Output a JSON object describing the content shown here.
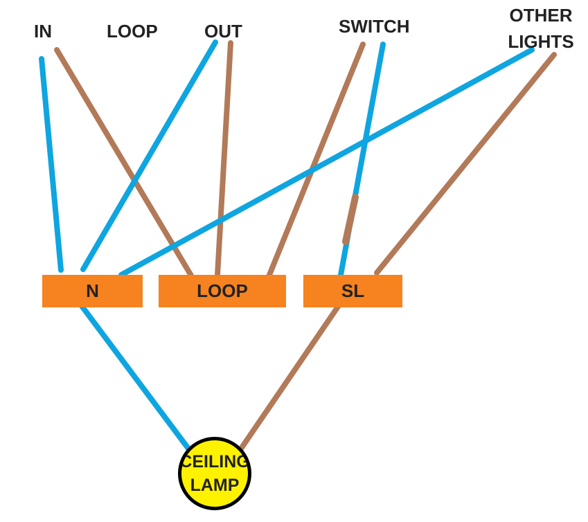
{
  "colors": {
    "neutral_wire": "#0ea5e0",
    "live_wire": "#b27a58",
    "terminal_fill": "#f68220",
    "lamp_fill": "#fff200",
    "lamp_border": "#000000",
    "text": "#222222"
  },
  "labels": {
    "in": "IN",
    "loop": "LOOP",
    "out": "OUT",
    "switch": "SWITCH",
    "other_lights_line1": "OTHER",
    "other_lights_line2": "LIGHTS"
  },
  "terminals": {
    "neutral": "N",
    "loop": "LOOP",
    "switched_live": "SL"
  },
  "lamp": {
    "line1": "CEILING",
    "line2": "LAMP"
  },
  "connections": [
    {
      "from": "IN",
      "to": "N",
      "wire": "neutral"
    },
    {
      "from": "IN",
      "to": "LOOP",
      "wire": "live"
    },
    {
      "from": "OUT",
      "to": "N",
      "wire": "neutral"
    },
    {
      "from": "OUT",
      "to": "LOOP",
      "wire": "live"
    },
    {
      "from": "SWITCH",
      "to": "LOOP",
      "wire": "live"
    },
    {
      "from": "SWITCH",
      "to": "SL",
      "wire": "neutral",
      "sleeved": "live"
    },
    {
      "from": "OTHER LIGHTS",
      "to": "N",
      "wire": "neutral"
    },
    {
      "from": "OTHER LIGHTS",
      "to": "SL",
      "wire": "live"
    },
    {
      "from": "N",
      "to": "CEILING LAMP",
      "wire": "neutral"
    },
    {
      "from": "SL",
      "to": "CEILING LAMP",
      "wire": "live"
    }
  ]
}
